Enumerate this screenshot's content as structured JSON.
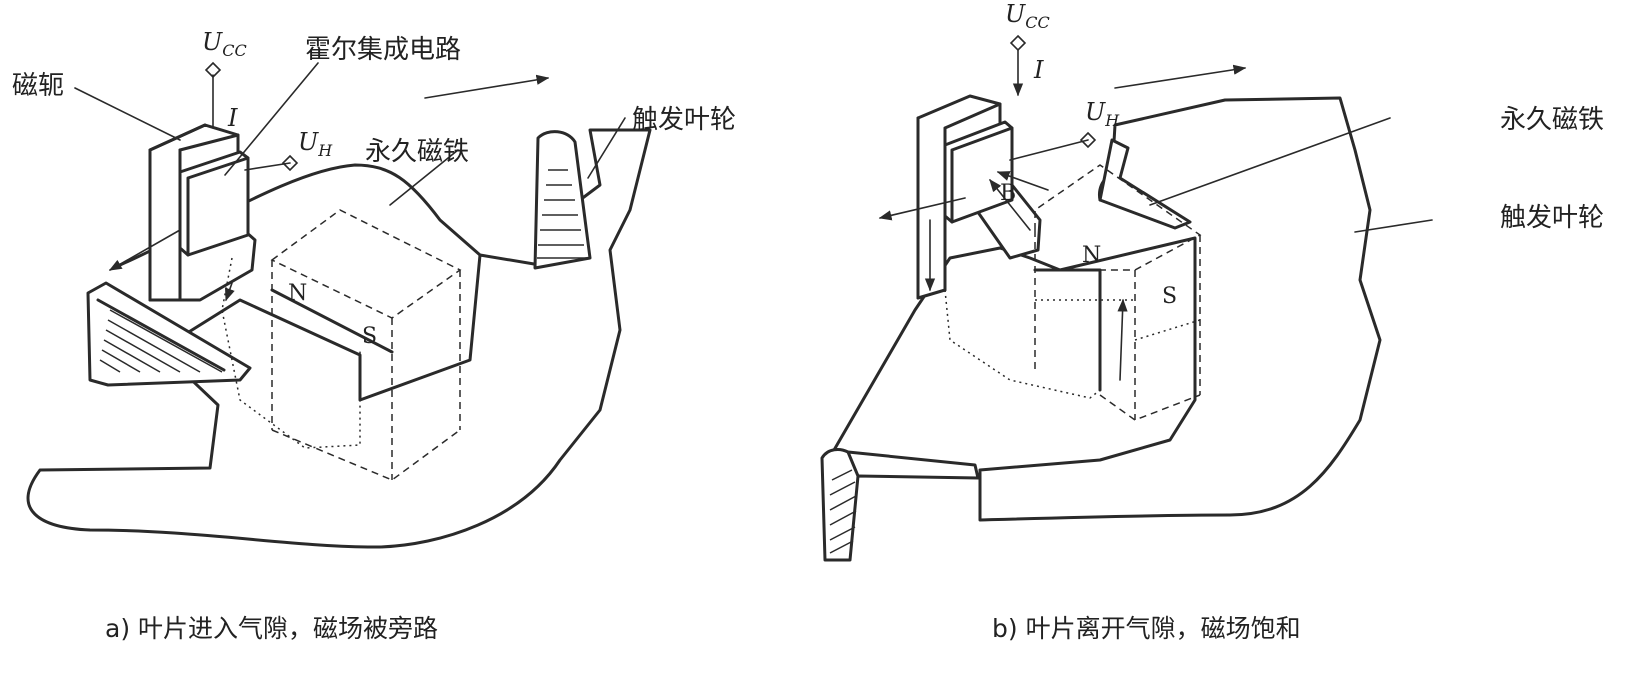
{
  "panel_a": {
    "ucc_symbol": "U",
    "ucc_sub": "CC",
    "current_symbol": "I",
    "uh_symbol": "U",
    "uh_sub": "H",
    "yoke_label": "磁轭",
    "hall_ic_label": "霍尔集成电路",
    "magnet_label": "永久磁铁",
    "trigger_wheel_label": "触发叶轮",
    "pole_n": "N",
    "pole_s": "S",
    "caption": "a) 叶片进入气隙，磁场被旁路"
  },
  "panel_b": {
    "ucc_symbol": "U",
    "ucc_sub": "CC",
    "current_symbol": "I",
    "uh_symbol": "U",
    "uh_sub": "H",
    "field_symbol": "B",
    "magnet_label": "永久磁铁",
    "trigger_wheel_label": "触发叶轮",
    "pole_n": "N",
    "pole_s": "S",
    "caption": "b) 叶片离开气隙，磁场饱和"
  }
}
